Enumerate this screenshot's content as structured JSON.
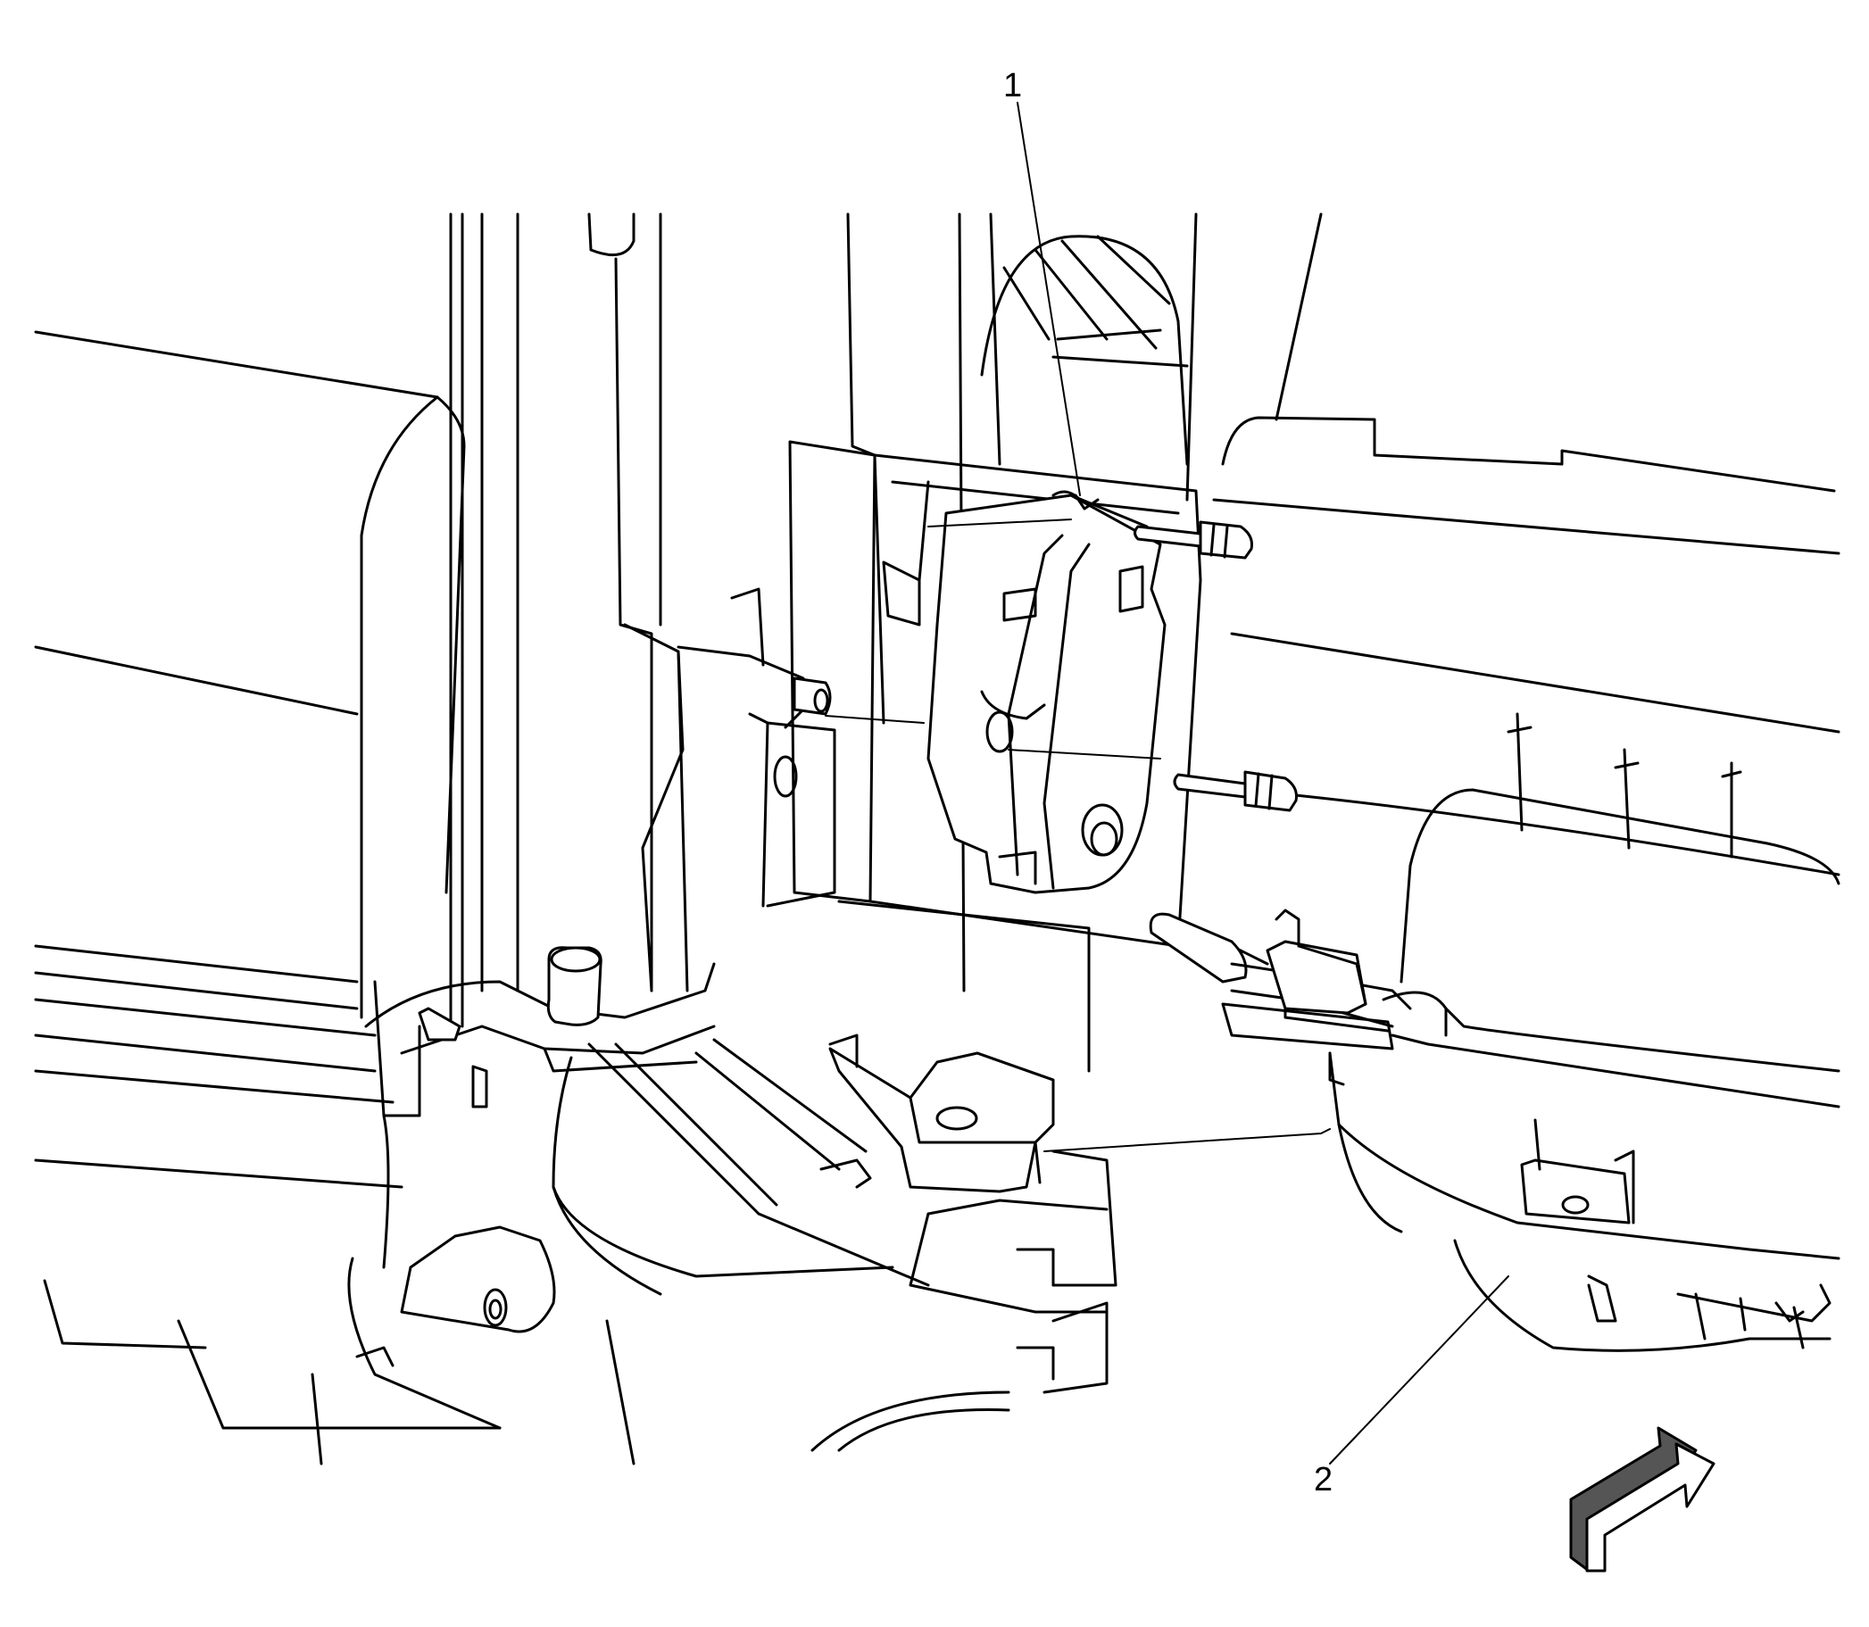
{
  "callouts": [
    {
      "id": "1",
      "label": "1"
    },
    {
      "id": "2",
      "label": "2"
    }
  ],
  "colors": {
    "line": "#000000",
    "background": "#ffffff",
    "arrow_shadow": "#555555"
  }
}
